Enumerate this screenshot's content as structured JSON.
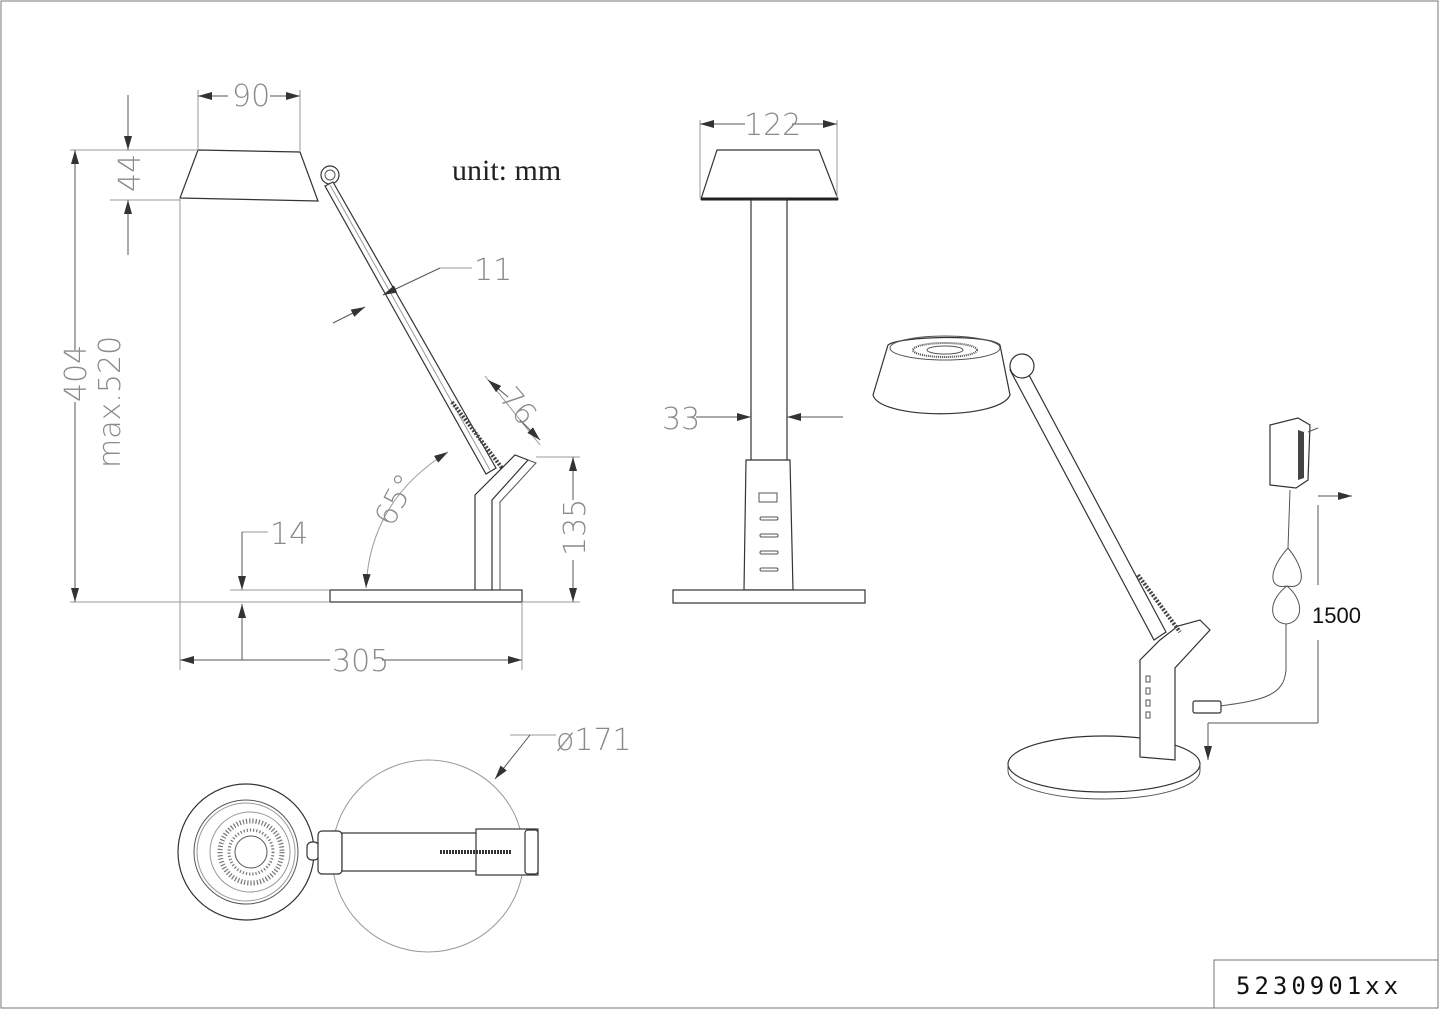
{
  "drawing": {
    "unit_label": "unit: mm",
    "part_number": "5230901xx",
    "side_view": {
      "shade_width": "90",
      "shade_height": "44",
      "arm_width": "11",
      "total_height": "404",
      "max_height": "max.520",
      "slot_length": "76",
      "arm_angle": "65°",
      "stand_height": "135",
      "base_height": "14",
      "total_depth": "305"
    },
    "front_view": {
      "shade_width": "122",
      "pole_width": "33"
    },
    "top_view": {
      "base_diameter": "ø171"
    },
    "perspective_view": {
      "cord_length": "1500"
    }
  }
}
